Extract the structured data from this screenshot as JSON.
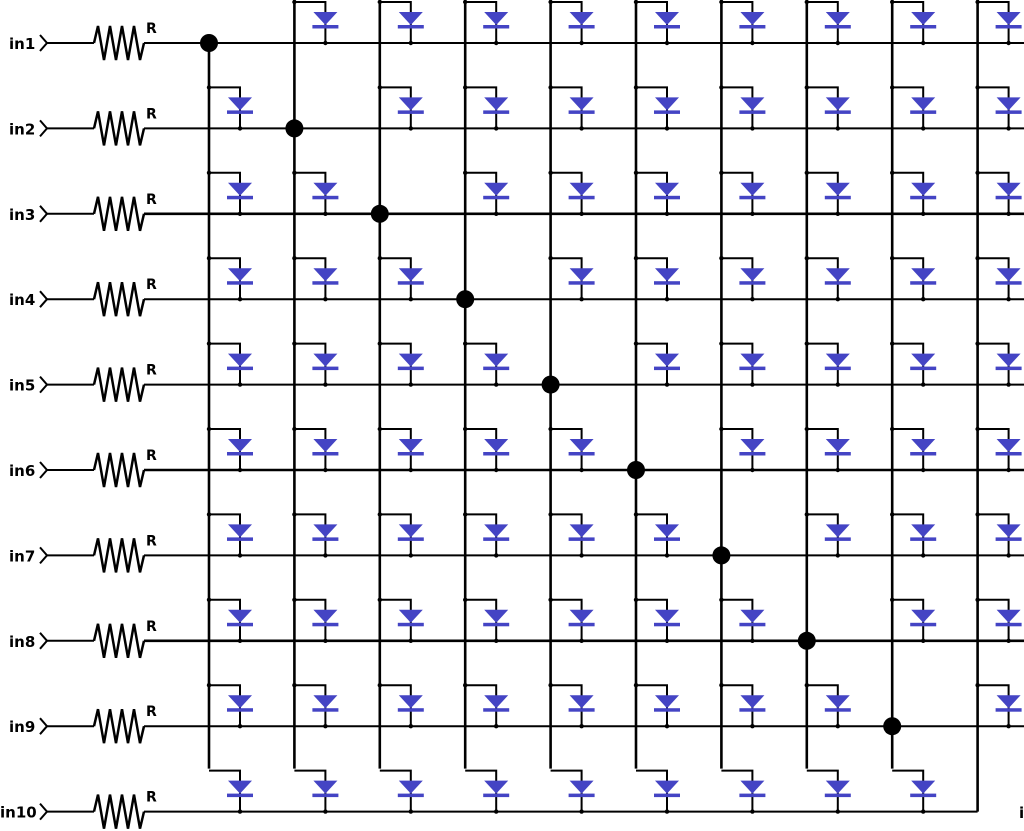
{
  "inputs": [
    "in1",
    "in2",
    "in3",
    "in4",
    "in5",
    "in6",
    "in7",
    "in8",
    "in9",
    "in10"
  ],
  "resistor_label": "R",
  "edge_label": "i",
  "colors": {
    "diode": "#4444c4",
    "wire": "#000000",
    "junction": "#000000"
  }
}
